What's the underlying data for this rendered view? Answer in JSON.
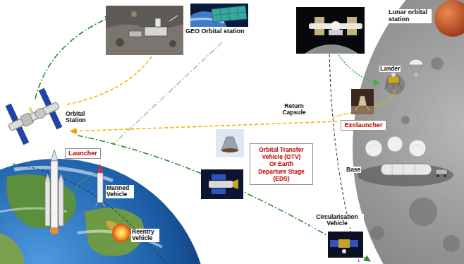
{
  "diagram": {
    "nodes": [
      {
        "text": [
          "Exolauncher"
        ]
      },
      {
        "text": [
          "Orbital Transfer Vehicle (OTV)",
          "Or Earth Departure Stage (EDS)"
        ]
      },
      {
        "text": [
          "Launcher"
        ]
      }
    ],
    "labels": [
      "Lunar orbital station",
      "GEO Orbital station",
      "Lander",
      "Return Capsule",
      "Orbital Station",
      "Base",
      "Manned Vehicle",
      "Circularisation Vehicle",
      "Reentry Vehicle"
    ]
  }
}
